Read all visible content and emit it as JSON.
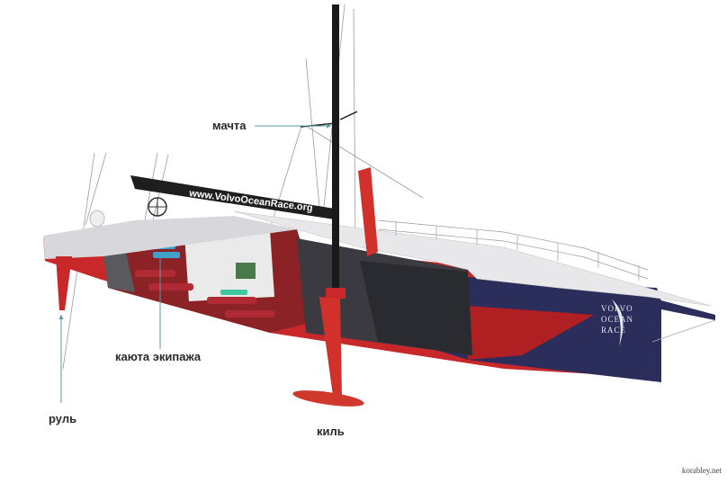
{
  "diagram": {
    "subject": "Volvo Open 70 racing yacht cutaway",
    "colors": {
      "hull_red": "#c8282a",
      "hull_navy": "#2b2d5a",
      "mast_black": "#1a1a1a",
      "deck_light": "#e8e8ea",
      "interior_grey": "#5a5a5e",
      "leader_line": "#5a9aa8",
      "label_text": "#2a2a2a"
    },
    "boom_text": "www.VolvoOceanRace.org",
    "hull_logo": [
      "VOLVO",
      "OCEAN",
      "RACE"
    ],
    "labels": [
      {
        "id": "mast",
        "text": "мачта"
      },
      {
        "id": "crew-cabin",
        "text": "каюта экипажа"
      },
      {
        "id": "rudder",
        "text": "руль"
      },
      {
        "id": "keel",
        "text": "киль"
      }
    ],
    "watermark": "korabley.net"
  }
}
